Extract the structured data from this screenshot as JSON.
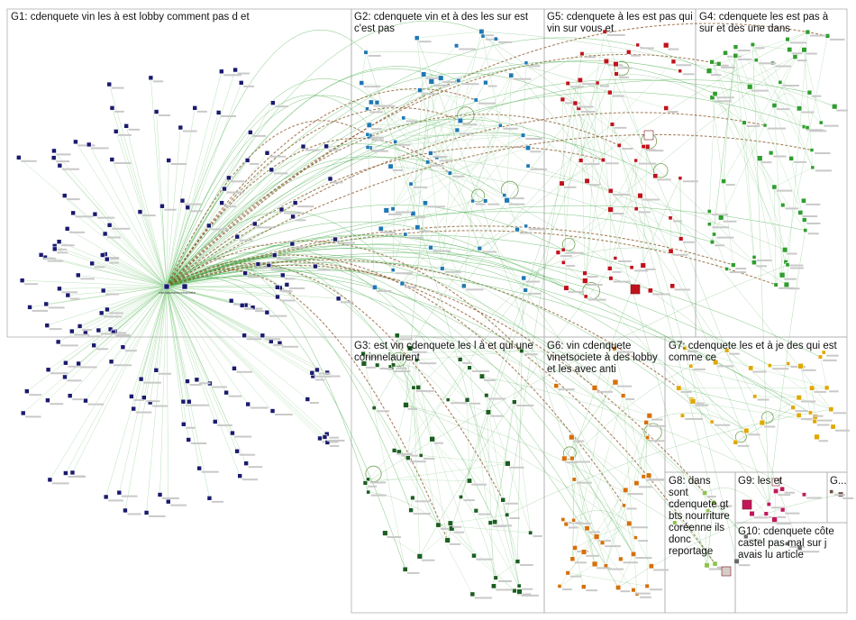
{
  "groups": [
    {
      "id": "G1",
      "title": "G1: cdenquete vin les à est lobby comment pas d et",
      "color": "#1a1a6e"
    },
    {
      "id": "G2",
      "title": "G2: cdenquete vin et à des les sur est c'est pas",
      "color": "#1f78b4"
    },
    {
      "id": "G3",
      "title": "G3: est vin cdenquete les l à et qui une corinnelaurent",
      "color": "#1b5e20"
    },
    {
      "id": "G4",
      "title": "G4: cdenquete les est pas à sur et des une dans",
      "color": "#2e9e2e"
    },
    {
      "id": "G5",
      "title": "G5: cdenquete à les est pas qui vin sur vous et",
      "color": "#c0121b"
    },
    {
      "id": "G6",
      "title": "G6: vin cdenquete vinetsociete à des lobby et les avec anti",
      "color": "#d6700a"
    },
    {
      "id": "G7",
      "title": "G7: cdenquete les et à je des qui est comme ce",
      "color": "#e0a800"
    },
    {
      "id": "G8",
      "title": "G8: dans sont cdenquete gt bts nourriture coréenne ils donc reportage",
      "color": "#8bc34a"
    },
    {
      "id": "G9",
      "title": "G9: les et",
      "color": "#c2185b"
    },
    {
      "id": "G10",
      "title": "G10: cdenquete côte castel pas mal sur j avais lu article",
      "color": "#6a6a6a"
    },
    {
      "id": "G11",
      "title": "G...",
      "color": "#6d4c41"
    }
  ],
  "hub_labels": [
    "cdenquete",
    "vinetsociete"
  ]
}
